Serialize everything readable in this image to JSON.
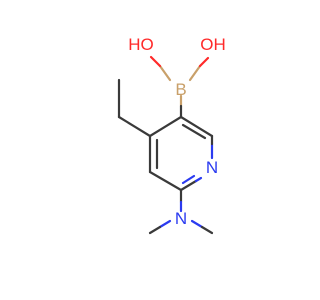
{
  "molecule": {
    "atoms": {
      "o_left": "HO",
      "o_right": "OH",
      "boron": "B",
      "ring_n": "N",
      "amine_n": "N"
    },
    "colors": {
      "oxygen": "#ff2a2a",
      "boron": "#c9a06a",
      "nitrogen": "#2b3bf0",
      "carbon_bond": "#3a3a3a"
    }
  }
}
